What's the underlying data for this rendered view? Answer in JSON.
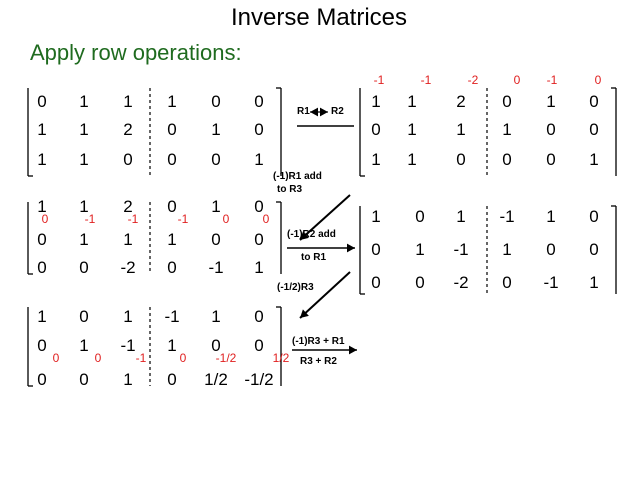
{
  "title": "Inverse Matrices",
  "subtitle": "Apply row operations:",
  "matrices": [
    {
      "id": "m1",
      "rows": [
        [
          "0",
          "1",
          "1",
          "1",
          "0",
          "0"
        ],
        [
          "1",
          "1",
          "2",
          "0",
          "1",
          "0"
        ],
        [
          "1",
          "1",
          "0",
          "0",
          "0",
          "1"
        ]
      ]
    },
    {
      "id": "m2",
      "red_row": [
        "-1",
        "-1",
        "-2",
        "0",
        "-1",
        "0"
      ],
      "rows": [
        [
          "1",
          "1",
          "2",
          "0",
          "1",
          "0"
        ],
        [
          "0",
          "1",
          "1",
          "1",
          "0",
          "0"
        ],
        [
          "1",
          "1",
          "0",
          "0",
          "0",
          "1"
        ]
      ]
    },
    {
      "id": "m3",
      "red_row": [
        "0",
        "-1",
        "-1",
        "-1",
        "0",
        "0"
      ],
      "rows": [
        [
          "1",
          "1",
          "2",
          "0",
          "1",
          "0"
        ],
        [
          "0",
          "1",
          "1",
          "1",
          "0",
          "0"
        ],
        [
          "0",
          "0",
          "-2",
          "0",
          "-1",
          "1"
        ]
      ]
    },
    {
      "id": "m4",
      "rows": [
        [
          "1",
          "0",
          "1",
          "-1",
          "1",
          "0"
        ],
        [
          "0",
          "1",
          "-1",
          "1",
          "0",
          "0"
        ],
        [
          "0",
          "0",
          "-2",
          "0",
          "-1",
          "1"
        ]
      ]
    },
    {
      "id": "m5",
      "red_row": [
        "0",
        "0",
        "-1",
        "0",
        "-1/2",
        "1/2"
      ],
      "rows": [
        [
          "1",
          "0",
          "1",
          "-1",
          "1",
          "0"
        ],
        [
          "0",
          "1",
          "-1",
          "1",
          "0",
          "0"
        ],
        [
          "0",
          "0",
          "1",
          "0",
          "1/2",
          "-1/2"
        ]
      ]
    }
  ],
  "operations": {
    "swap": "R1",
    "swap_b": "R2",
    "op1_a": "(-1)R1 add",
    "op1_b": "to R3",
    "op2_a": "(-1)R2 add",
    "op2_b": "to R1",
    "op3": "(-1/2)R3",
    "op4_a": "(-1)R3 + R1",
    "op4_b": "R3 + R2"
  }
}
